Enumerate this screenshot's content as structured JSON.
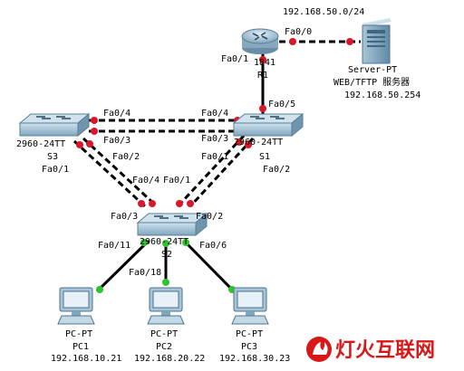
{
  "colors": {
    "cable": "#000000",
    "link_down": "#d8182a",
    "link_up": "#2ec42e",
    "device_body": "#7fa7be",
    "device_top": "#b9d3e2",
    "watermark": "#d81818"
  },
  "devices": {
    "router": {
      "icon": "router-icon",
      "labels": [
        "1841",
        "R1"
      ]
    },
    "server": {
      "icon": "server-icon",
      "labels": [
        "Server-PT",
        "WEB/TFTP 服务器",
        "192.168.50.254"
      ]
    },
    "s3": {
      "icon": "switch-icon",
      "labels": [
        "2960-24TT",
        "S3"
      ]
    },
    "s1": {
      "icon": "switch-icon",
      "labels": [
        "2960-24TT",
        "S1"
      ]
    },
    "s2": {
      "icon": "switch-icon",
      "labels": [
        "2960-24TT",
        "S2"
      ]
    },
    "pc1": {
      "icon": "pc-icon",
      "labels": [
        "PC-PT",
        "PC1",
        "192.168.10.21"
      ]
    },
    "pc2": {
      "icon": "pc-icon",
      "labels": [
        "PC-PT",
        "PC2",
        "192.168.20.22"
      ]
    },
    "pc3": {
      "icon": "pc-icon",
      "labels": [
        "PC-PT",
        "PC3",
        "192.168.30.23"
      ]
    }
  },
  "network_label": "192.168.50.0/24",
  "ports": {
    "r1_fa00": "Fa0/0",
    "r1_fa01": "Fa0/1",
    "s1_fa05": "Fa0/5",
    "s3_fa04": "Fa0/4",
    "s3_fa03": "Fa0/3",
    "s1_fa04": "Fa0/4",
    "s1_fa03": "Fa0/3",
    "s3_fa02": "Fa0/2",
    "s3_fa01": "Fa0/1",
    "s1_fa01": "Fa0/1",
    "s1_fa02": "Fa0/2",
    "s2_fa04": "Fa0/4",
    "s2_fa01": "Fa0/1",
    "s2_fa03": "Fa0/3",
    "s2_fa02": "Fa0/2",
    "s2_fa011": "Fa0/11",
    "s2_fa018": "Fa0/18",
    "s2_fa06": "Fa0/6"
  },
  "watermark": {
    "text": "灯火互联网",
    "icon": "flame-logo-icon"
  }
}
